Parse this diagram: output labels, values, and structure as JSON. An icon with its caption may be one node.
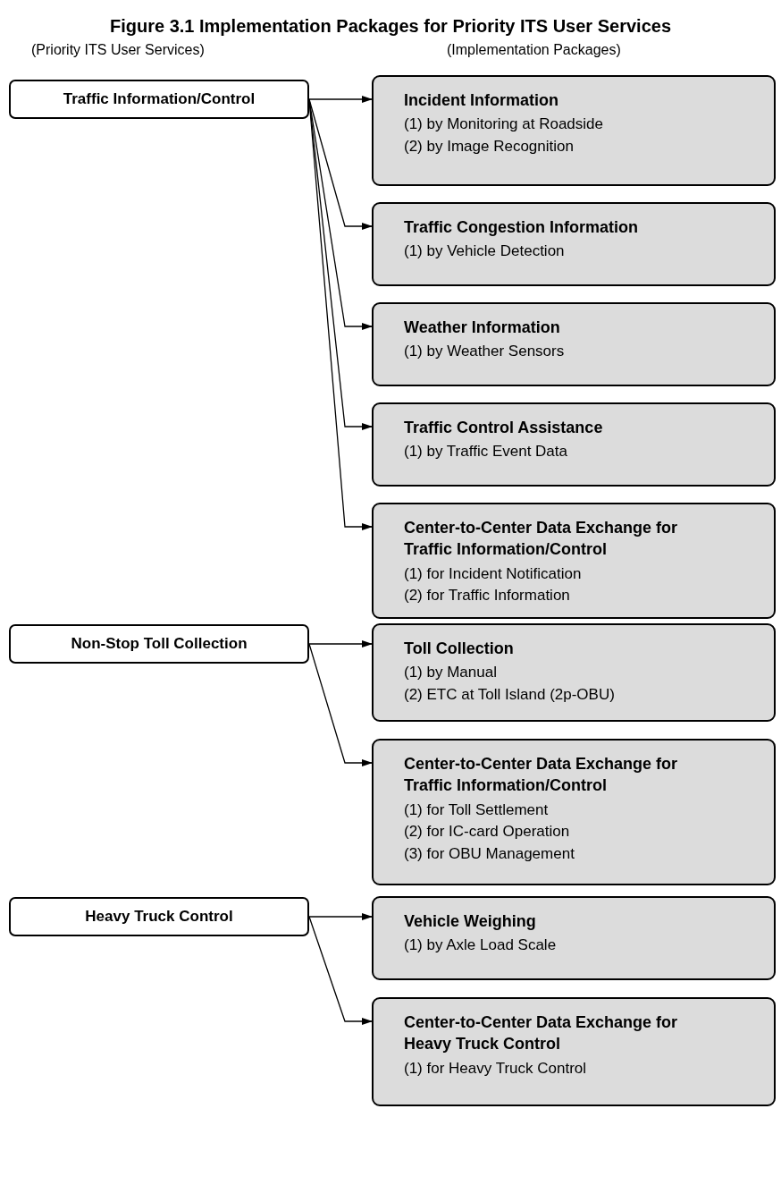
{
  "diagram": {
    "title": "Figure 3.1  Implementation Packages for Priority ITS User Services",
    "nodes": [
      {
        "text": [
          "Traffic Information/Control"
        ]
      },
      {
        "text": [
          "Incident Information",
          "(1) by Monitoring at Roadside",
          "(2) by Image Recognition"
        ]
      },
      {
        "text": [
          "Traffic Congestion Information",
          "(1) by Vehicle Detection"
        ]
      },
      {
        "text": [
          "Weather Information",
          "(1) by Weather Sensors"
        ]
      },
      {
        "text": [
          "Traffic Control Assistance",
          "(1) by Traffic Event Data"
        ]
      },
      {
        "text": [
          "Center-to-Center Data Exchange for Traffic Information/Control",
          "(1) for Incident Notification",
          "(2) for Traffic Information"
        ]
      },
      {
        "text": [
          "Non-Stop Toll Collection"
        ]
      },
      {
        "text": [
          "Toll Collection",
          "(1) by Manual",
          "(2) ETC at Toll Island (2p-OBU)"
        ]
      },
      {
        "text": [
          "Center-to-Center Data Exchange for Traffic Information/Control",
          "(1) for Toll Settlement",
          "(2) for IC-card Operation",
          "(3) for OBU Management"
        ]
      },
      {
        "text": [
          "Heavy Truck Control"
        ]
      },
      {
        "text": [
          "Vehicle Weighing",
          "(1) by Axle Load Scale"
        ]
      },
      {
        "text": [
          "Center-to-Center Data Exchange for Heavy Truck Control",
          "(1) for Heavy Truck Control"
        ]
      }
    ],
    "edges": [
      {
        "from": 0,
        "to": 1,
        "arrow": "to"
      },
      {
        "from": 0,
        "to": 2,
        "arrow": "to"
      },
      {
        "from": 0,
        "to": 3,
        "arrow": "to"
      },
      {
        "from": 0,
        "to": 4,
        "arrow": "to"
      },
      {
        "from": 0,
        "to": 5,
        "arrow": "to"
      },
      {
        "from": 6,
        "to": 7,
        "arrow": "to"
      },
      {
        "from": 6,
        "to": 8,
        "arrow": "to"
      },
      {
        "from": 9,
        "to": 10,
        "arrow": "to"
      },
      {
        "from": 9,
        "to": 11,
        "arrow": "to"
      }
    ],
    "labels": [
      "(Priority ITS User Services)",
      "(Implementation Packages)"
    ]
  }
}
